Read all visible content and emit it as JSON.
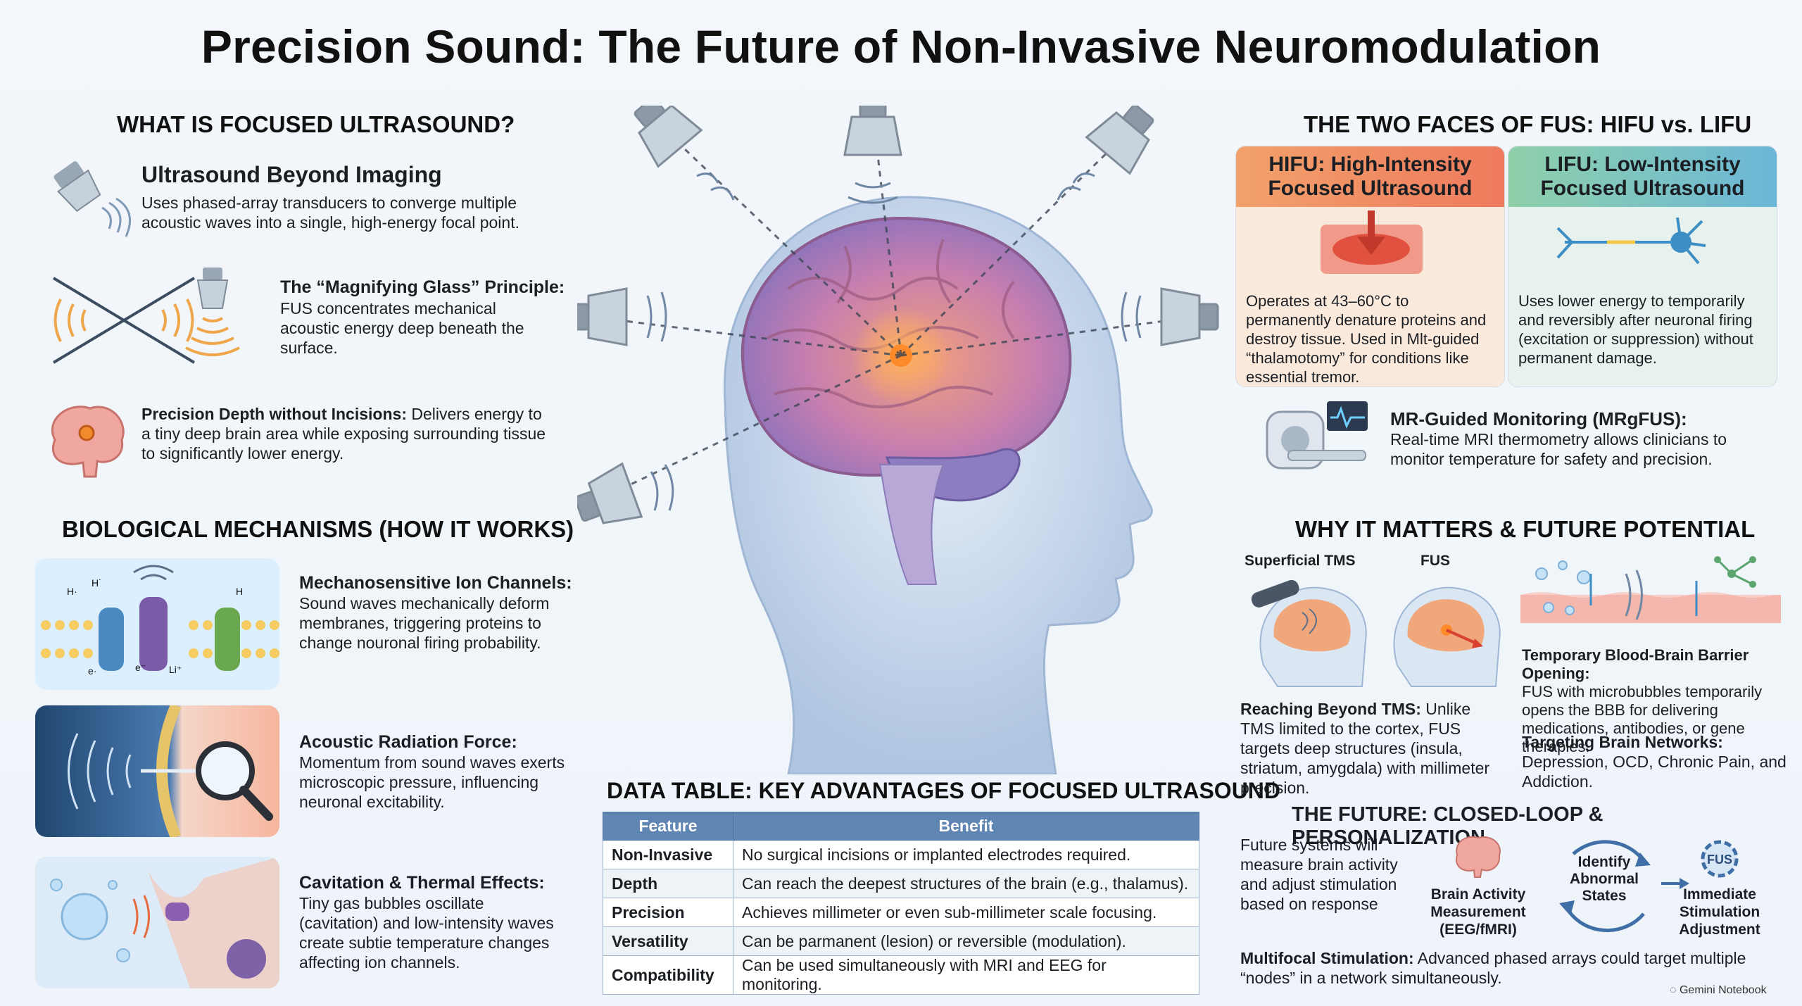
{
  "title": "Precision Sound: The Future of Non-Invasive Neuromodulation",
  "what_is": {
    "heading": "WHAT IS FOCUSED ULTRASOUND?",
    "items": [
      {
        "title": "Ultrasound Beyond Imaging",
        "text": "Uses phased-array transducers to converge multiple acoustic waves into a single, high-energy focal point."
      },
      {
        "title": "The “Magnifying Glass” Principle:",
        "text": "FUS concentrates mechanical acoustic energy deep beneath the surface."
      },
      {
        "title": "Precision Depth without Incisions:",
        "text": "Delivers energy to a tiny deep brain area while exposing surrounding tissue to significantly lower energy."
      }
    ]
  },
  "mechanisms": {
    "heading": "BIOLOGICAL MECHANISMS (HOW IT WORKS)",
    "items": [
      {
        "title": "Mechanosensitive Ion Channels:",
        "text": "Sound waves mechanically deform membranes, triggering proteins to change nouronal firing probability."
      },
      {
        "title": "Acoustic Radiation Force:",
        "text": "Momentum from sound waves exerts microscopic pressure, influencing neuronal excitability."
      },
      {
        "title": "Cavitation & Thermal Effects:",
        "text": "Tiny gas bubbles oscillate (cavitation) and low-intensity waves create subtie temperature changes affecting ion channels."
      }
    ],
    "ion_labels": {
      "h1": "H·",
      "h2": "H˙",
      "h3": "H",
      "e1": "e·",
      "e2": "e⁻",
      "li": "Li⁺"
    }
  },
  "table": {
    "heading": "DATA TABLE: KEY ADVANTAGES OF FOCUSED ULTRASOUND",
    "col_feature": "Feature",
    "col_benefit": "Benefit",
    "rows": [
      {
        "feature": "Non-Invasive",
        "benefit": "No surgical incisions or implanted electrodes required."
      },
      {
        "feature": "Depth",
        "benefit": "Can reach the deepest structures of the brain (e.g., thalamus)."
      },
      {
        "feature": "Precision",
        "benefit": "Achieves millimeter or even sub-millimeter scale focusing."
      },
      {
        "feature": "Versatility",
        "benefit": "Can be parmanent (lesion) or reversible (modulation)."
      },
      {
        "feature": "Compatibility",
        "benefit": "Can be used simultaneously with MRI and EEG for monitoring."
      }
    ]
  },
  "faces": {
    "heading": "THE TWO FACES OF FUS: HIFU vs. LIFU",
    "hifu": {
      "title": "HIFU: High-Intensity Focused Ultrasound",
      "text": "Operates at 43–60°C to permanently denature proteins and destroy tissue. Used in Mlt-guided “thalamotomy” for conditions like essential tremor."
    },
    "lifu": {
      "title": "LIFU: Low-Intensity Focused Ultrasound",
      "text": "Uses lower energy to temporarily and reversibly after neuronal firing (excitation or suppression) without permanent damage."
    },
    "mr": {
      "title": "MR-Guided Monitoring (MRgFUS):",
      "text": "Real-time MRI thermometry allows clinicians to monitor temperature for safety and precision."
    }
  },
  "why": {
    "heading": "WHY IT MATTERS & FUTURE POTENTIAL",
    "tms_label": "Superficial TMS",
    "fus_label": "FUS",
    "reach_title": "Reaching Beyond TMS:",
    "reach_text": "Unlike TMS limited to the cortex, FUS targets deep structures (insula, striatum, amygdala) with millimeter precision.",
    "bbb_title": "Temporary Blood-Brain Barrier Opening:",
    "bbb_text": "FUS with microbubbles temporarily opens the BBB for delivering medications, antibodies, or gene therapies.",
    "net_title": "Targeting Brain Networks:",
    "net_text": "Depression, OCD, Chronic Pain, and Addiction."
  },
  "future": {
    "heading": "THE FUTURE: CLOSED-LOOP & PERSONALIZATION",
    "text": "Future systems will measure brain activity and adjust stimulation based on response",
    "step1": "Brain Activity Measurement (EEG/fMRI)",
    "step2": "Identify Abnormal States",
    "step3": "Immediate Stimulation Adjustment",
    "fus_badge": "FUS",
    "multi_title": "Multifocal Stimulation:",
    "multi_text": "Advanced phased arrays could target multiple “nodes” in a network simultaneously."
  },
  "watermark": "Gemini Notebook",
  "colors": {
    "hifu": "#ef7a5a",
    "lifu": "#6fbfa2",
    "table_head": "#5f86b3"
  }
}
